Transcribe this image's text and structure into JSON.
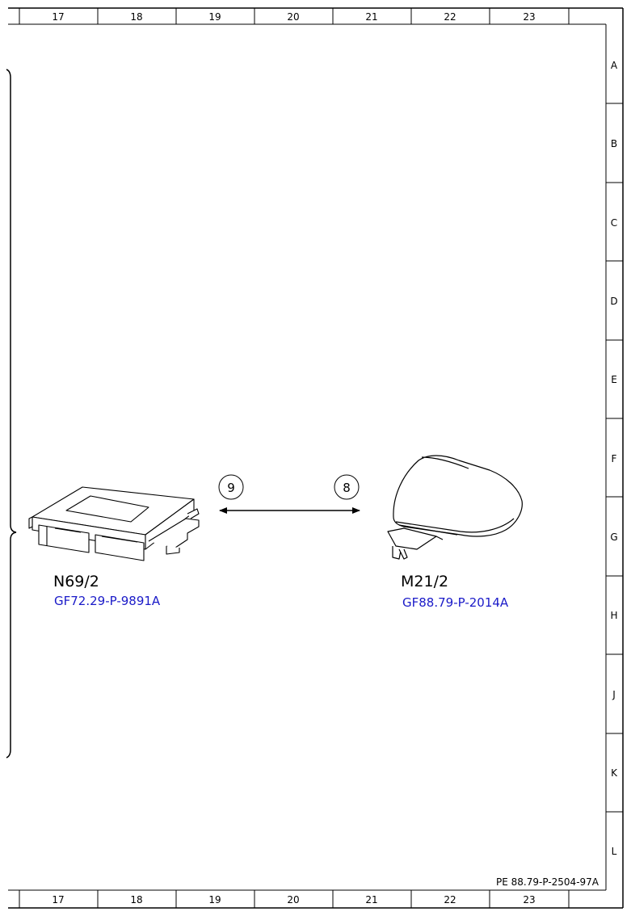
{
  "columns": [
    "17",
    "18",
    "19",
    "20",
    "21",
    "22",
    "23"
  ],
  "rows": [
    "A",
    "B",
    "C",
    "D",
    "E",
    "F",
    "G",
    "H",
    "J",
    "K",
    "L"
  ],
  "components": {
    "control_unit": {
      "code": "N69/2",
      "ref": "GF72.29-P-9891A"
    },
    "mirror": {
      "code": "M21/2",
      "ref": "GF88.79-P-2014A"
    }
  },
  "connection": {
    "left_marker": "9",
    "right_marker": "8"
  },
  "document_id": "PE 88.79-P-2504-97A",
  "colors": {
    "link": "#1a1ac8",
    "line": "#000000"
  }
}
